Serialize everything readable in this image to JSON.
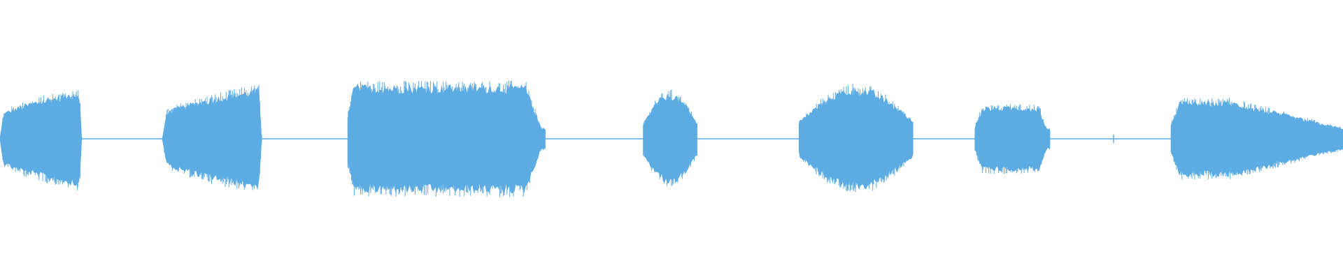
{
  "waveform": {
    "color": "#5dacE3",
    "background": "#ffffff",
    "segments": [
      {
        "name": "segment-1",
        "start": 0.0,
        "end": 0.061,
        "amplitude": 0.18,
        "shape": "ramp-up-cut"
      },
      {
        "name": "segment-2",
        "start": 0.121,
        "end": 0.195,
        "amplitude": 0.19,
        "shape": "ramp-up-cut"
      },
      {
        "name": "segment-3",
        "start": 0.259,
        "end": 0.406,
        "amplitude": 0.2,
        "shape": "plateau"
      },
      {
        "name": "segment-4",
        "start": 0.479,
        "end": 0.519,
        "amplitude": 0.17,
        "shape": "bump"
      },
      {
        "name": "segment-5",
        "start": 0.595,
        "end": 0.68,
        "amplitude": 0.19,
        "shape": "bump"
      },
      {
        "name": "segment-6",
        "start": 0.726,
        "end": 0.782,
        "amplitude": 0.12,
        "shape": "plateau-soft"
      },
      {
        "name": "segment-7",
        "start": 0.872,
        "end": 1.0,
        "amplitude": 0.14,
        "shape": "ramp-down"
      }
    ],
    "silence_amplitude": 0.004
  }
}
